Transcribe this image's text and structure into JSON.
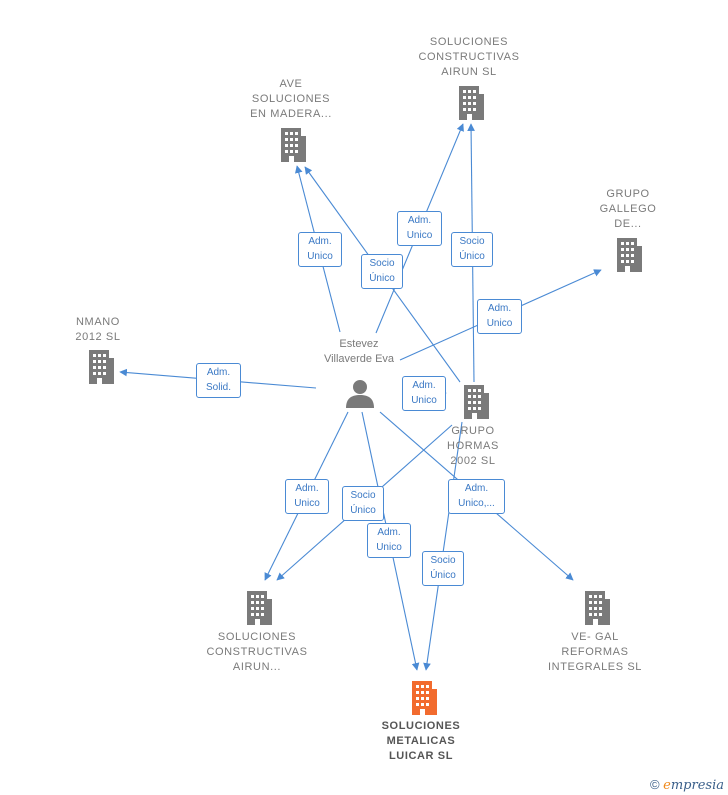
{
  "colors": {
    "edge": "#4a8ad4",
    "company": "#7a7a7a",
    "focus_company": "#f26b2e",
    "person": "#7a7a7a"
  },
  "person": {
    "label": "Estevez\nVillaverde Eva"
  },
  "companies": {
    "ave": {
      "label": "AVE\nSOLUCIONES\nEN MADERA..."
    },
    "airun_top": {
      "label": "SOLUCIONES\nCONSTRUCTIVAS\nAIRUN  SL"
    },
    "gallego": {
      "label": "GRUPO\nGALLEGO\nDE..."
    },
    "nmano": {
      "label": "NMANO\n2012 SL"
    },
    "hormas": {
      "label": "GRUPO\nHORMAS\n2002  SL"
    },
    "airun_bottom": {
      "label": "SOLUCIONES\nCONSTRUCTIVAS\nAIRUN..."
    },
    "vegal": {
      "label": "VE- GAL\nREFORMAS\nINTEGRALES SL"
    },
    "luicar": {
      "label": "SOLUCIONES\nMETALICAS\nLUICAR  SL"
    }
  },
  "edge_labels": {
    "adm_ave": "Adm.\nUnico",
    "socio_ave": "Socio\nÚnico",
    "adm_airun_top": "Adm.\nUnico",
    "socio_airun_top": "Socio\nÚnico",
    "adm_gallego": "Adm.\nUnico",
    "adm_nmano": "Adm.\nSolid.",
    "adm_hormas": "Adm.\nUnico",
    "adm_airun_bottom": "Adm.\nUnico",
    "socio_airun_bottom": "Socio\nÚnico",
    "adm_luicar": "Adm.\nUnico",
    "socio_luicar": "Socio\nÚnico",
    "adm_vegal": "Adm.\nUnico,..."
  },
  "footer": {
    "copyright": "©",
    "brand_e": "e",
    "brand_rest": "mpresia"
  }
}
